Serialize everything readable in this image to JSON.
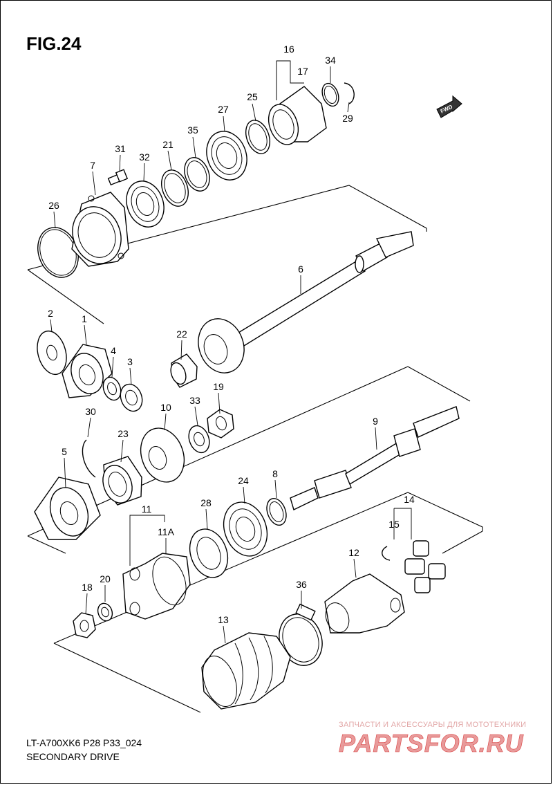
{
  "figure": {
    "title": "FIG.24",
    "model_code": "LT-A700XK6 P28 P33_024",
    "caption": "SECONDARY DRIVE"
  },
  "fwd_badge": "FWD",
  "watermark": {
    "tagline": "ЗАПЧАСТИ И АКСЕССУАРЫ ДЛЯ МОТОТЕХНИКИ",
    "logo": "PARTSFOR.RU",
    "color": "#d94040"
  },
  "callouts": {
    "c16": "16",
    "c17": "17",
    "c34": "34",
    "c29": "29",
    "c25": "25",
    "c27": "27",
    "c35": "35",
    "c21": "21",
    "c31": "31",
    "c32": "32",
    "c7": "7",
    "c26": "26",
    "c6": "6",
    "c2": "2",
    "c1": "1",
    "c4": "4",
    "c3": "3",
    "c22": "22",
    "c19": "19",
    "c33": "33",
    "c10": "10",
    "c30": "30",
    "c23": "23",
    "c9": "9",
    "c5": "5",
    "c24": "24",
    "c8": "8",
    "c11": "11",
    "c11a": "11A",
    "c28": "28",
    "c14": "14",
    "c15": "15",
    "c12": "12",
    "c20": "20",
    "c18": "18",
    "c36": "36",
    "c13": "13"
  }
}
